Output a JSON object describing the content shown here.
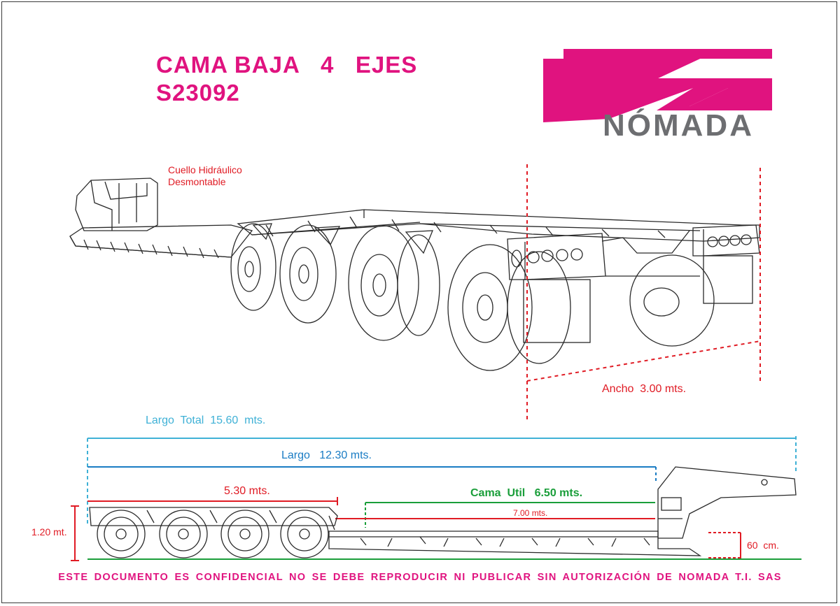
{
  "header": {
    "title_line1": "CAMA BAJA   4   EJES",
    "title_line2": "S23092"
  },
  "logo": {
    "brand": "NÓMADA"
  },
  "labels": {
    "neck": "Cuello Hidráulico\nDesmontable",
    "ancho": "Ancho  3.00 mts.",
    "largo_total": "Largo  Total  15.60  mts.",
    "largo": "Largo   12.30 mts.",
    "tramo": "5.30 mts.",
    "cama_util": "Cama  Util   6.50 mts.",
    "tramo_cama": "7.00 mts.",
    "altura": "1.20 mt.",
    "altura_cama": "60  cm."
  },
  "footer": {
    "notice": "ESTE DOCUMENTO ES CONFIDENCIAL NO SE DEBE REPRODUCIR NI PUBLICAR SIN AUTORIZACIÓN DE NOMADA T.I. SAS"
  },
  "colors": {
    "brand": "#e0137f",
    "logo_gray": "#6d6e71",
    "dim_red": "#e01b24",
    "dim_cyan": "#3fb1d6",
    "dim_blue": "#1a7cc4",
    "dim_green": "#1a9e3a"
  }
}
